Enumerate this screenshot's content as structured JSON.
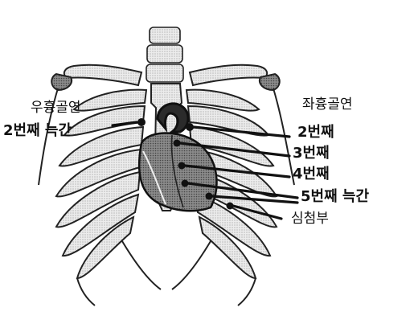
{
  "labels": {
    "right_sternal_border": "우흉골연",
    "second_interspace_left": "2번째 늑간",
    "left_sternal_border": "좌흉골연",
    "second": "2번째",
    "third": "3번째",
    "fourth": "4번째",
    "fifth_interspace": "5번째 늑간",
    "apex": "심첨부"
  },
  "colors": {
    "ink": "#111111",
    "heart_fill": "#6e6e6e",
    "bone_fill": "#e6e6e6",
    "bone_stroke": "#222222"
  }
}
